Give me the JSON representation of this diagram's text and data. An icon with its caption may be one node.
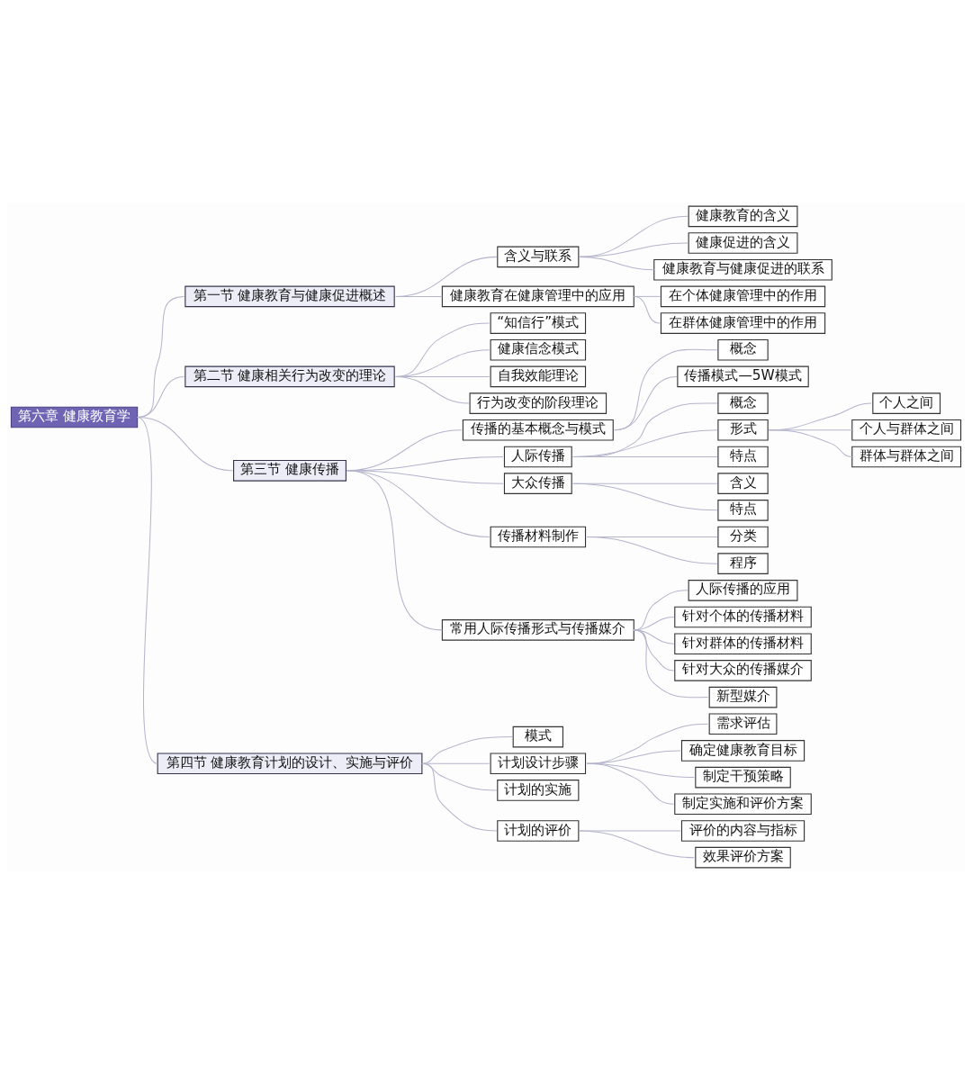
{
  "diagram": {
    "nodes": [
      {
        "text": [
          "第六章 健康教育学"
        ]
      },
      {
        "text": [
          "第一节 健康教育与健康促进概述"
        ]
      },
      {
        "text": [
          "含义与联系"
        ]
      },
      {
        "text": [
          "健康教育的含义"
        ]
      },
      {
        "text": [
          "健康促进的含义"
        ]
      },
      {
        "text": [
          "健康教育与健康促进的联系"
        ]
      },
      {
        "text": [
          "健康教育在健康管理中的应用"
        ]
      },
      {
        "text": [
          "在个体健康管理中的作用"
        ]
      },
      {
        "text": [
          "在群体健康管理中的作用"
        ]
      },
      {
        "text": [
          "第二节 健康相关行为改变的理论"
        ]
      },
      {
        "text": [
          "“知信行”模式"
        ]
      },
      {
        "text": [
          "健康信念模式"
        ]
      },
      {
        "text": [
          "自我效能理论"
        ]
      },
      {
        "text": [
          "行为改变的阶段理论"
        ]
      },
      {
        "text": [
          "第三节 健康传播"
        ]
      },
      {
        "text": [
          "传播的基本概念与模式"
        ]
      },
      {
        "text": [
          "概念"
        ]
      },
      {
        "text": [
          "传播模式—5W模式"
        ]
      },
      {
        "text": [
          "人际传播"
        ]
      },
      {
        "text": [
          "概念"
        ]
      },
      {
        "text": [
          "形式"
        ]
      },
      {
        "text": [
          "个人之间"
        ]
      },
      {
        "text": [
          "个人与群体之间"
        ]
      },
      {
        "text": [
          "群体与群体之间"
        ]
      },
      {
        "text": [
          "特点"
        ]
      },
      {
        "text": [
          "大众传播"
        ]
      },
      {
        "text": [
          "含义"
        ]
      },
      {
        "text": [
          "特点"
        ]
      },
      {
        "text": [
          "传播材料制作"
        ]
      },
      {
        "text": [
          "分类"
        ]
      },
      {
        "text": [
          "程序"
        ]
      },
      {
        "text": [
          "常用人际传播形式与传播媒介"
        ]
      },
      {
        "text": [
          "人际传播的应用"
        ]
      },
      {
        "text": [
          "针对个体的传播材料"
        ]
      },
      {
        "text": [
          "针对群体的传播材料"
        ]
      },
      {
        "text": [
          "针对大众的传播媒介"
        ]
      },
      {
        "text": [
          "新型媒介"
        ]
      },
      {
        "text": [
          "第四节 健康教育计划的设计、实施与评价"
        ]
      },
      {
        "text": [
          "模式"
        ]
      },
      {
        "text": [
          "计划设计步骤"
        ]
      },
      {
        "text": [
          "需求评估"
        ]
      },
      {
        "text": [
          "确定健康教育目标"
        ]
      },
      {
        "text": [
          "制定干预策略"
        ]
      },
      {
        "text": [
          "制定实施和评价方案"
        ]
      },
      {
        "text": [
          "计划的实施"
        ]
      },
      {
        "text": [
          "计划的评价"
        ]
      },
      {
        "text": [
          "评价的内容与指标"
        ]
      },
      {
        "text": [
          "效果评价方案"
        ]
      }
    ],
    "edges": [
      {
        "from": 0,
        "to": 1,
        "arrow": "none"
      },
      {
        "from": 1,
        "to": 2,
        "arrow": "none"
      },
      {
        "from": 2,
        "to": 3,
        "arrow": "none"
      },
      {
        "from": 2,
        "to": 4,
        "arrow": "none"
      },
      {
        "from": 2,
        "to": 5,
        "arrow": "none"
      },
      {
        "from": 1,
        "to": 6,
        "arrow": "none"
      },
      {
        "from": 6,
        "to": 7,
        "arrow": "none"
      },
      {
        "from": 6,
        "to": 8,
        "arrow": "none"
      },
      {
        "from": 0,
        "to": 9,
        "arrow": "none"
      },
      {
        "from": 9,
        "to": 10,
        "arrow": "none"
      },
      {
        "from": 9,
        "to": 11,
        "arrow": "none"
      },
      {
        "from": 9,
        "to": 12,
        "arrow": "none"
      },
      {
        "from": 9,
        "to": 13,
        "arrow": "none"
      },
      {
        "from": 0,
        "to": 14,
        "arrow": "none"
      },
      {
        "from": 14,
        "to": 15,
        "arrow": "none"
      },
      {
        "from": 15,
        "to": 16,
        "arrow": "none"
      },
      {
        "from": 15,
        "to": 17,
        "arrow": "none"
      },
      {
        "from": 14,
        "to": 18,
        "arrow": "none"
      },
      {
        "from": 18,
        "to": 19,
        "arrow": "none"
      },
      {
        "from": 18,
        "to": 20,
        "arrow": "none"
      },
      {
        "from": 20,
        "to": 21,
        "arrow": "none"
      },
      {
        "from": 20,
        "to": 22,
        "arrow": "none"
      },
      {
        "from": 20,
        "to": 23,
        "arrow": "none"
      },
      {
        "from": 18,
        "to": 24,
        "arrow": "none"
      },
      {
        "from": 14,
        "to": 25,
        "arrow": "none"
      },
      {
        "from": 25,
        "to": 26,
        "arrow": "none"
      },
      {
        "from": 25,
        "to": 27,
        "arrow": "none"
      },
      {
        "from": 14,
        "to": 28,
        "arrow": "none"
      },
      {
        "from": 28,
        "to": 29,
        "arrow": "none"
      },
      {
        "from": 28,
        "to": 30,
        "arrow": "none"
      },
      {
        "from": 14,
        "to": 31,
        "arrow": "none"
      },
      {
        "from": 31,
        "to": 32,
        "arrow": "none"
      },
      {
        "from": 31,
        "to": 33,
        "arrow": "none"
      },
      {
        "from": 31,
        "to": 34,
        "arrow": "none"
      },
      {
        "from": 31,
        "to": 35,
        "arrow": "none"
      },
      {
        "from": 31,
        "to": 36,
        "arrow": "none"
      },
      {
        "from": 0,
        "to": 37,
        "arrow": "none"
      },
      {
        "from": 37,
        "to": 38,
        "arrow": "none"
      },
      {
        "from": 37,
        "to": 39,
        "arrow": "none"
      },
      {
        "from": 39,
        "to": 40,
        "arrow": "none"
      },
      {
        "from": 39,
        "to": 41,
        "arrow": "none"
      },
      {
        "from": 39,
        "to": 42,
        "arrow": "none"
      },
      {
        "from": 39,
        "to": 43,
        "arrow": "none"
      },
      {
        "from": 37,
        "to": 44,
        "arrow": "none"
      },
      {
        "from": 37,
        "to": 45,
        "arrow": "none"
      },
      {
        "from": 45,
        "to": 46,
        "arrow": "none"
      },
      {
        "from": 45,
        "to": 47,
        "arrow": "none"
      }
    ]
  }
}
